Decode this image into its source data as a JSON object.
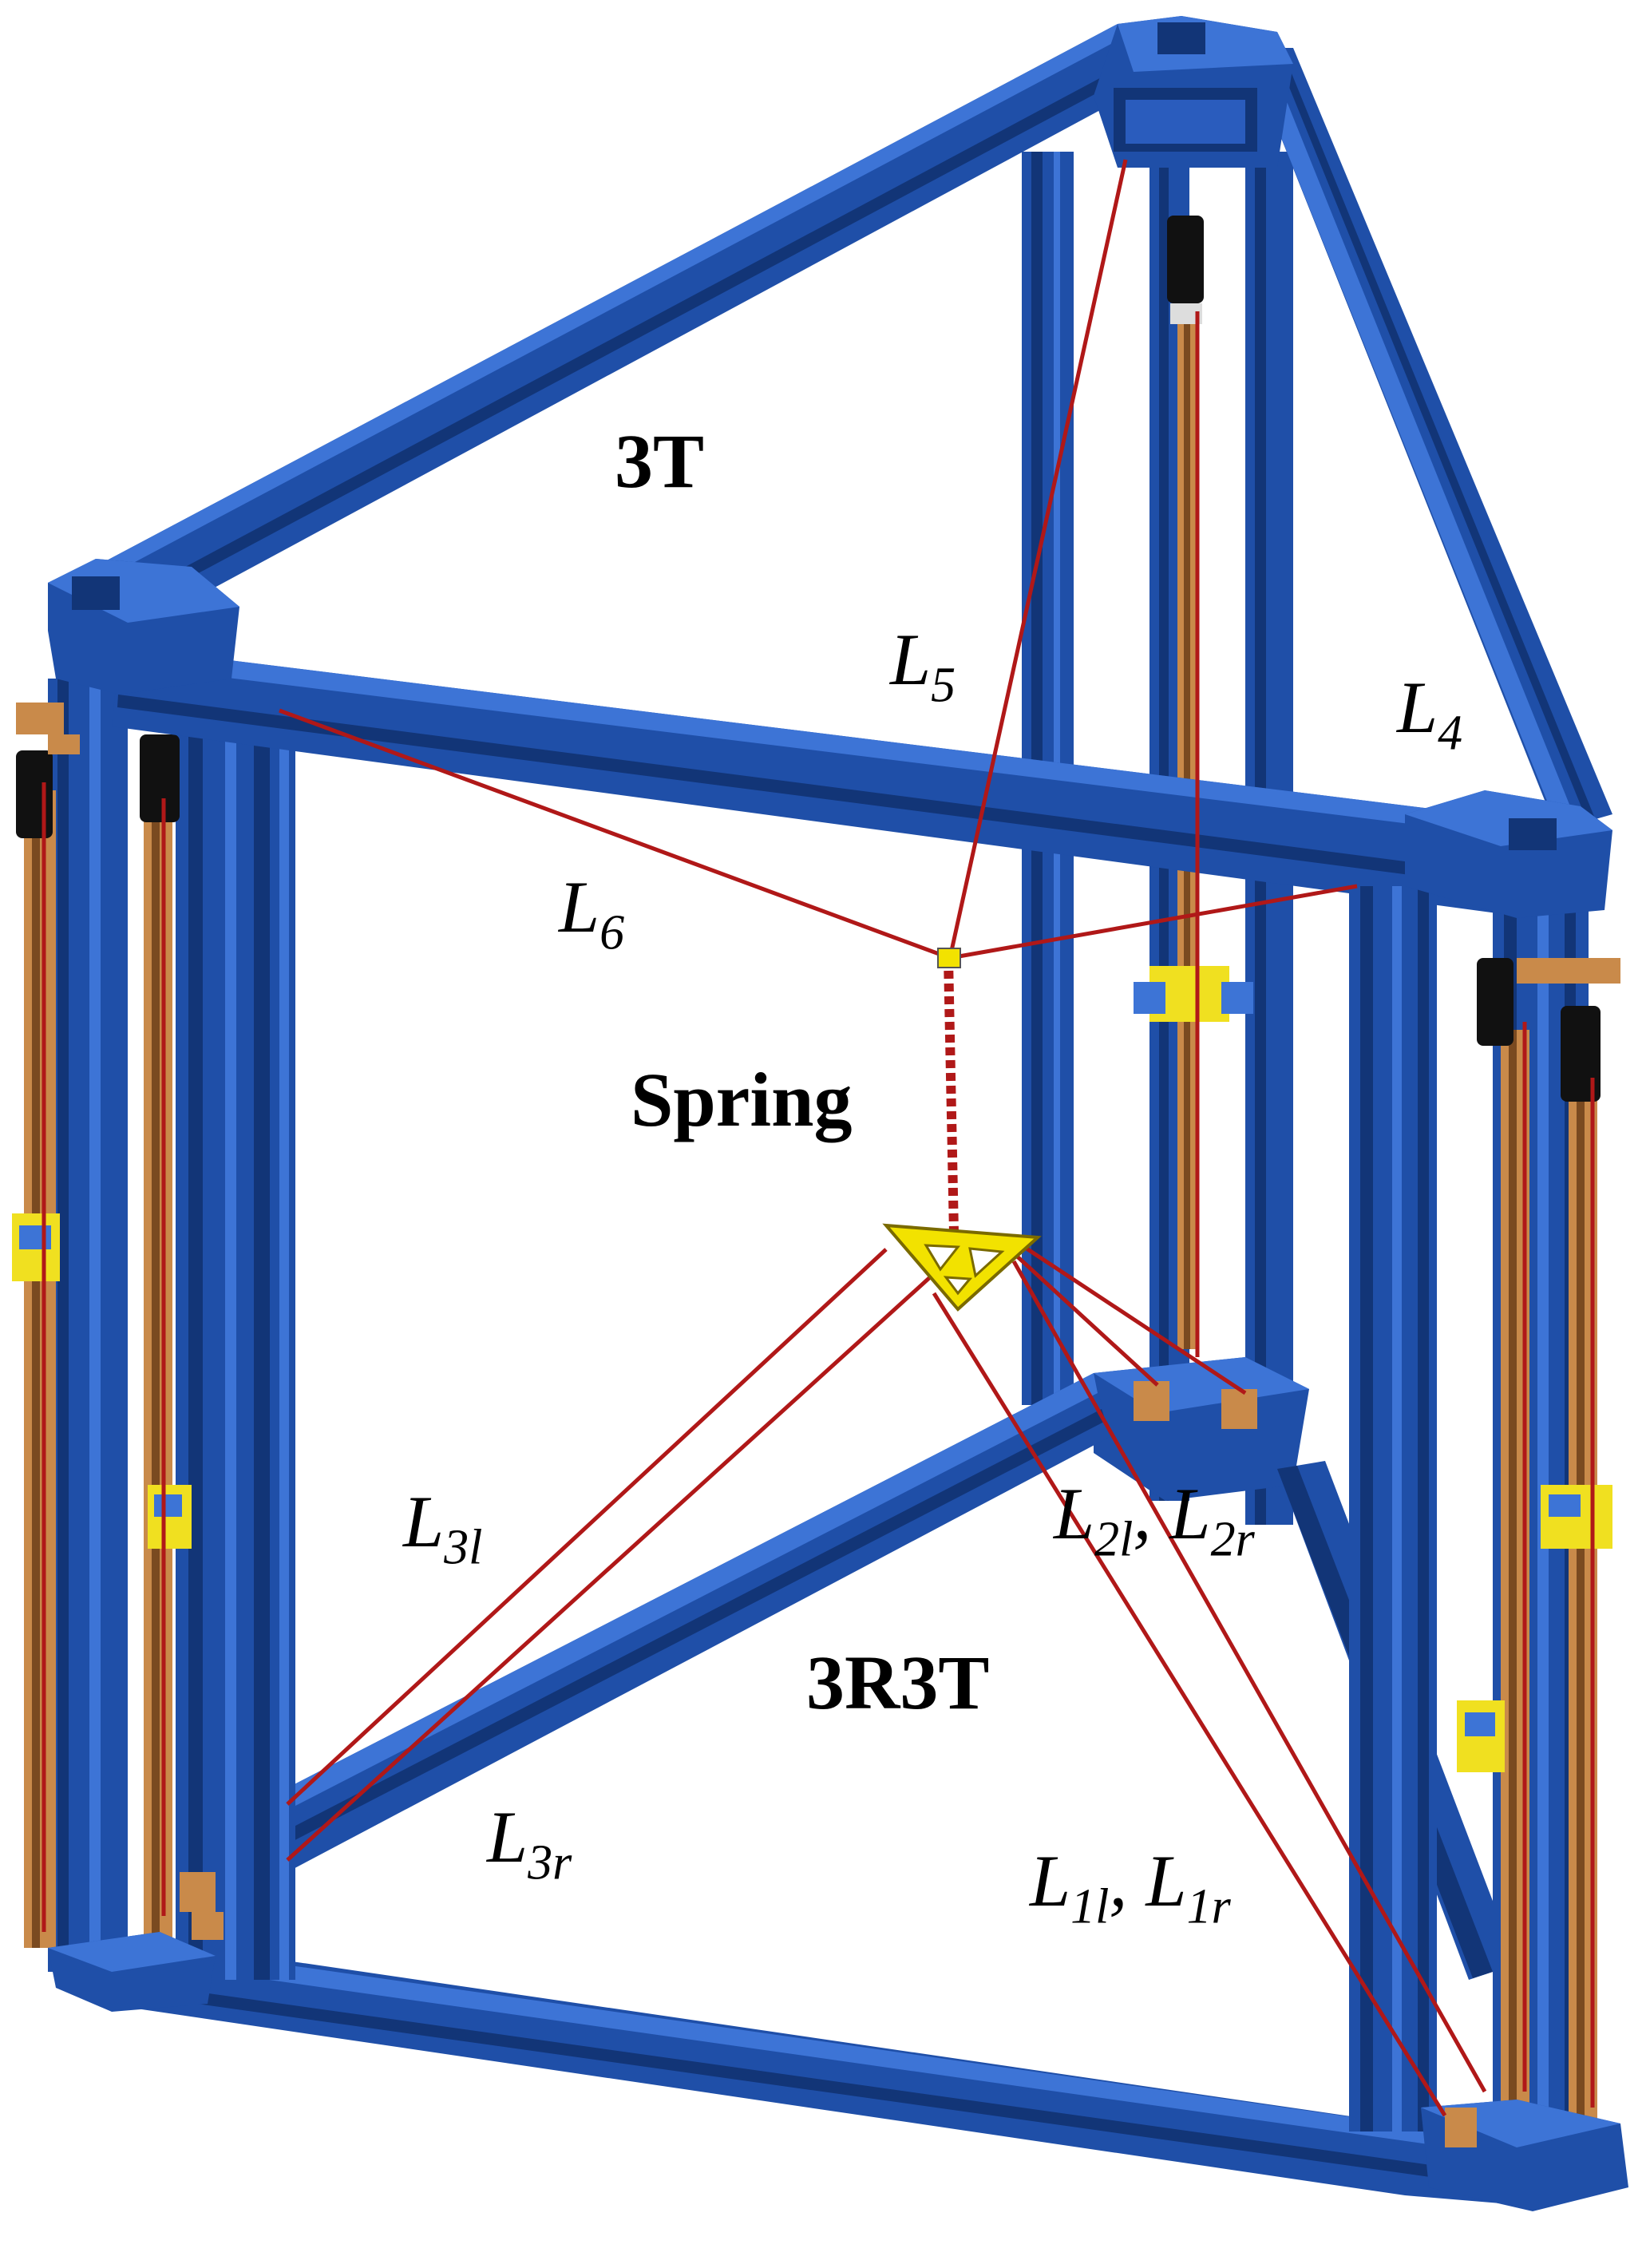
{
  "colors": {
    "frame": "#1f4fa8",
    "frame_dark": "#123577",
    "frame_light": "#3d74d6",
    "cable": "#b01818",
    "platform": "#f2e200",
    "carriage": "#f0e020",
    "rail": "#c98a4a",
    "motor": "#111111"
  },
  "labels": {
    "top_platform": "3T",
    "spring": "Spring",
    "bottom_platform": "3R3T",
    "L4": {
      "main": "L",
      "sub": "4"
    },
    "L5": {
      "main": "L",
      "sub": "5"
    },
    "L6": {
      "main": "L",
      "sub": "6"
    },
    "L3l": {
      "main": "L",
      "sub": "3l"
    },
    "L3r": {
      "main": "L",
      "sub": "3r"
    },
    "L2": {
      "main1": "L",
      "sub1": "2l",
      "sep": ", ",
      "main2": "L",
      "sub2": "2r"
    },
    "L1": {
      "main1": "L",
      "sub1": "1l",
      "sep": ", ",
      "main2": "L",
      "sub2": "1r"
    }
  }
}
